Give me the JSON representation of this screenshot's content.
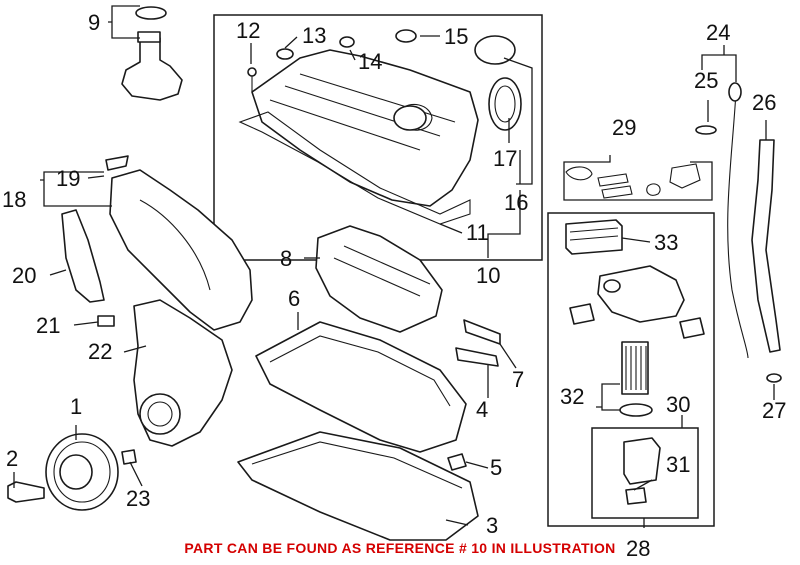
{
  "callouts": {
    "c1": "1",
    "c2": "2",
    "c3": "3",
    "c4": "4",
    "c5": "5",
    "c6": "6",
    "c7": "7",
    "c8": "8",
    "c9": "9",
    "c10": "10",
    "c11": "11",
    "c12": "12",
    "c13": "13",
    "c14": "14",
    "c15": "15",
    "c16": "16",
    "c17": "17",
    "c18": "18",
    "c19": "19",
    "c20": "20",
    "c21": "21",
    "c22": "22",
    "c23": "23",
    "c24": "24",
    "c25": "25",
    "c26": "26",
    "c27": "27",
    "c28": "28",
    "c29": "29",
    "c30": "30",
    "c31": "31",
    "c32": "32",
    "c33": "33"
  },
  "notice": "PART CAN BE FOUND AS REFERENCE # 10 IN ILLUSTRATION",
  "colors": {
    "notice": "#d40000",
    "line": "#1a1a1a"
  }
}
